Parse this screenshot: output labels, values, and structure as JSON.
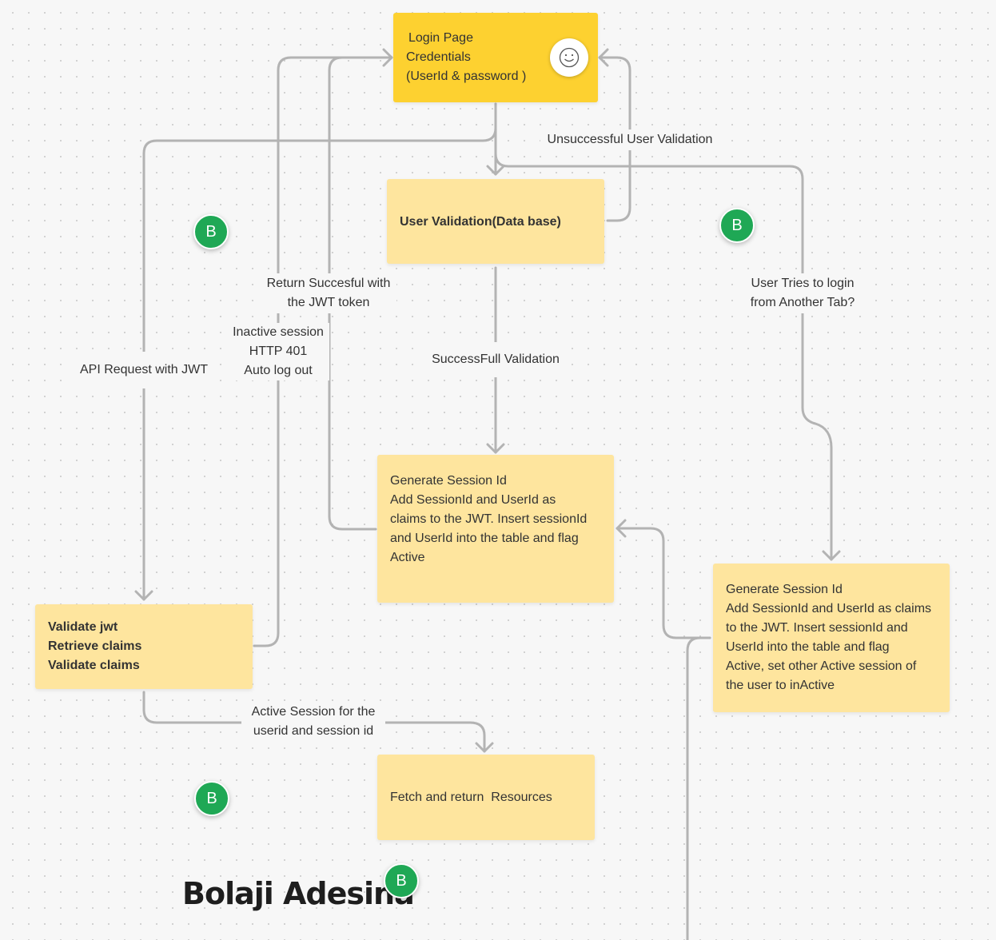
{
  "nodes": {
    "login": {
      "lines": [
        "Login Page",
        "Credentials",
        "(UserId & password )"
      ]
    },
    "validation": {
      "lines": [
        "User Validation(Data base)"
      ]
    },
    "generate_main": {
      "lines": [
        "Generate Session Id",
        "Add SessionId and UserId as",
        "claims to the JWT. Insert sessionId",
        "and UserId into the table and flag",
        "Active"
      ]
    },
    "validate_jwt": {
      "lines": [
        "Validate jwt",
        "Retrieve claims",
        "Validate claims"
      ]
    },
    "generate_tab": {
      "lines": [
        "Generate Session Id",
        "Add SessionId and UserId as claims",
        "to the JWT. Insert sessionId and",
        "UserId into the table and flag",
        "Active, set other Active session of",
        "the user to inActive"
      ]
    },
    "fetch": {
      "lines": [
        "Fetch and return  Resources"
      ]
    }
  },
  "edge_labels": {
    "unsuccessful": [
      "Unsuccessful User Validation"
    ],
    "return_success": [
      "Return Succesful with",
      "the JWT token"
    ],
    "inactive": [
      "Inactive session",
      "HTTP 401",
      "Auto log out"
    ],
    "api_request": [
      "API Request with JWT"
    ],
    "successful": [
      "SuccessFull Validation"
    ],
    "another_tab": [
      "User Tries to login",
      "from Another Tab?"
    ],
    "active_session": [
      "Active Session for the",
      "userid and session id"
    ]
  },
  "badges": [
    "B",
    "B",
    "B",
    "B"
  ],
  "signature": "Bolaji Adesina",
  "icons": {
    "login_avatar": "smiley-icon",
    "badge": "collaborator-avatar-icon"
  },
  "colors": {
    "note": "#fee59e",
    "note_highlight": "#fdd130",
    "connector": "#b3b3b3",
    "badge": "#1fa855"
  }
}
